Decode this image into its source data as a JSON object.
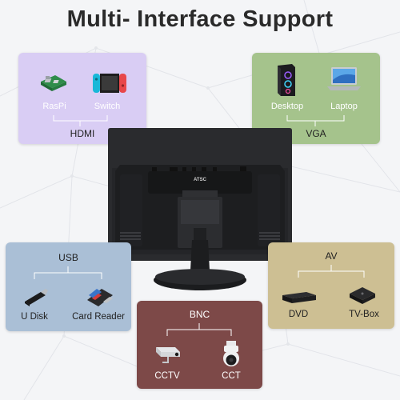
{
  "title": "Multi- Interface Support",
  "colors": {
    "hdmi_card": "#d9cdf4",
    "vga_card": "#a5c38c",
    "usb_card": "#aabfd6",
    "av_card": "#cdbf93",
    "bnc_card": "#7d4948",
    "bnc_text": "#ffffff",
    "dark_text": "#222222"
  },
  "hdmi": {
    "title": "HDMI",
    "items": [
      {
        "label": "RasPi",
        "icon": "raspberry-pi-board-icon"
      },
      {
        "label": "Switch",
        "icon": "game-console-icon"
      }
    ]
  },
  "vga": {
    "title": "VGA",
    "items": [
      {
        "label": "Desktop",
        "icon": "desktop-tower-icon"
      },
      {
        "label": "Laptop",
        "icon": "laptop-icon"
      }
    ]
  },
  "usb": {
    "title": "USB",
    "items": [
      {
        "label": "U Disk",
        "icon": "usb-stick-icon"
      },
      {
        "label": "Card Reader",
        "icon": "card-reader-icon"
      }
    ]
  },
  "av": {
    "title": "AV",
    "items": [
      {
        "label": "DVD",
        "icon": "dvd-player-icon"
      },
      {
        "label": "TV-Box",
        "icon": "tv-box-icon"
      }
    ]
  },
  "bnc": {
    "title": "BNC",
    "items": [
      {
        "label": "CCTV",
        "icon": "cctv-camera-icon"
      },
      {
        "label": "CCT",
        "icon": "dome-camera-icon"
      }
    ]
  },
  "monitor": {
    "icon": "monitor-back-icon",
    "logo": "ATSC"
  }
}
